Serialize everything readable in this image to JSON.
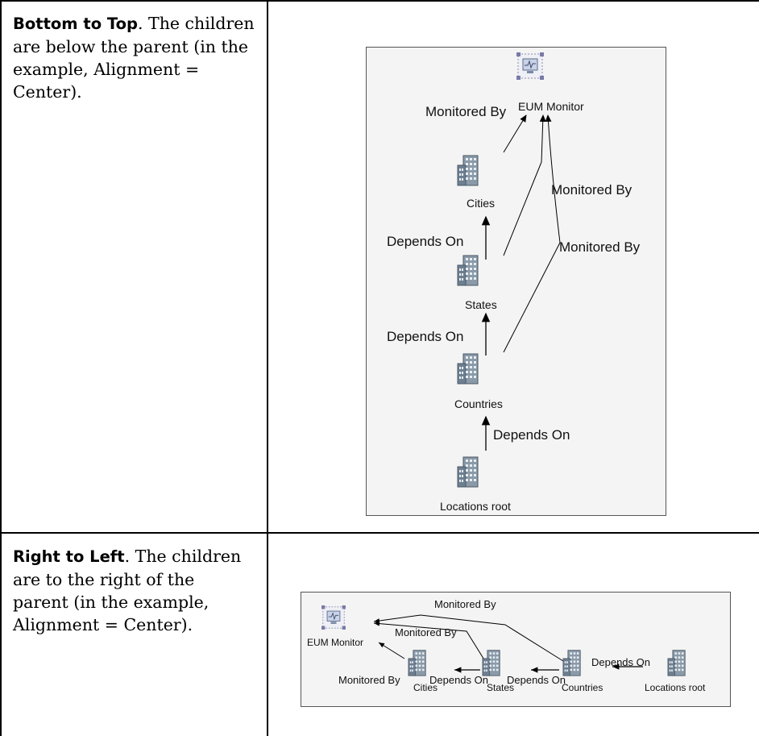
{
  "rows": [
    {
      "title": "Bottom to Top",
      "desc": ". The children are below the parent (in the example, Alignment = Center).",
      "diagram": {
        "nodes": {
          "eum": "EUM Monitor",
          "cities": "Cities",
          "states": "States",
          "countries": "Countries",
          "root": "Locations root"
        },
        "edges": {
          "mon1": "Monitored By",
          "mon2": "Monitored By",
          "mon3": "Monitored By",
          "dep1": "Depends On",
          "dep2": "Depends On",
          "dep3": "Depends On"
        }
      }
    },
    {
      "title": "Right to Left",
      "desc": ". The children are to the right of the parent (in the example, Alignment = Center).",
      "diagram": {
        "nodes": {
          "eum": "EUM Monitor",
          "cities": "Cities",
          "states": "States",
          "countries": "Countries",
          "root": "Locations root"
        },
        "edges": {
          "mon1": "Monitored By",
          "mon2": "Monitored By",
          "mon3": "Monitored By",
          "dep1": "Depends On",
          "dep2": "Depends On",
          "dep3": "Depends On"
        }
      }
    }
  ]
}
